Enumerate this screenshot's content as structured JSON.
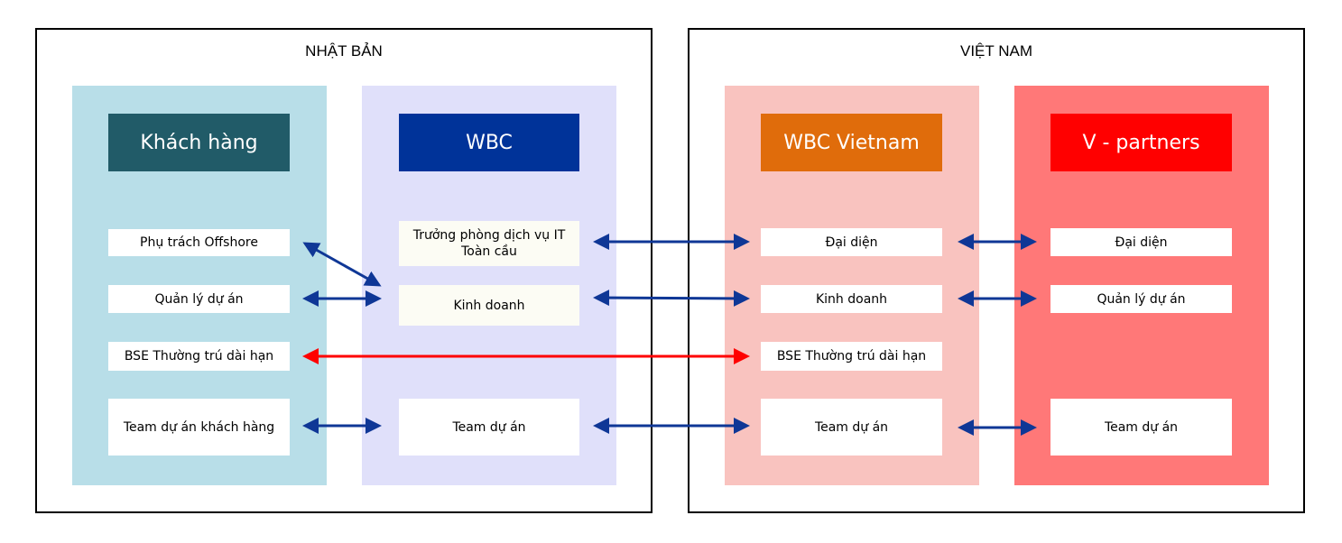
{
  "regions": {
    "japan": {
      "title": "NHẬT BẢN"
    },
    "vietnam": {
      "title": "VIỆT NAM"
    }
  },
  "columns": {
    "customer": {
      "header": "Khách hàng",
      "header_color": "#215b68",
      "bg_color": "#b8dee8",
      "nodes": [
        "Phụ trách Offshore",
        "Quản lý dự án",
        "BSE Thường trú dài hạn",
        "Team dự án khách hàng"
      ]
    },
    "wbc": {
      "header": "WBC",
      "header_color": "#003399",
      "bg_color": "#e0e0fa",
      "nodes": [
        "Trưởng phòng dịch vụ IT\nToàn cầu",
        "Kinh doanh",
        "Team dự án"
      ]
    },
    "wbc_vietnam": {
      "header": "WBC Vietnam",
      "header_color": "#e06c0b",
      "bg_color": "#f9c3bf",
      "nodes": [
        "Đại diện",
        "Kinh doanh",
        "BSE Thường trú dài hạn",
        "Team dự án"
      ]
    },
    "v_partners": {
      "header": "V - partners",
      "header_color": "#ff0000",
      "bg_color": "#ff7878",
      "nodes": [
        "Đại diện",
        "Quản lý dự án",
        "Team dự án"
      ]
    }
  },
  "connections": [
    {
      "from": "customer.Phụ trách Offshore",
      "to": "wbc.Kinh doanh",
      "color": "#0f3796",
      "bidirectional": true
    },
    {
      "from": "customer.Quản lý dự án",
      "to": "wbc.Kinh doanh",
      "color": "#0f3796",
      "bidirectional": true
    },
    {
      "from": "customer.BSE Thường trú dài hạn",
      "to": "wbc_vietnam.BSE Thường trú dài hạn",
      "color": "#ff0000",
      "bidirectional": true
    },
    {
      "from": "customer.Team dự án khách hàng",
      "to": "wbc.Team dự án",
      "color": "#0f3796",
      "bidirectional": true
    },
    {
      "from": "wbc.Trưởng phòng dịch vụ IT Toàn cầu",
      "to": "wbc_vietnam.Đại diện",
      "color": "#0f3796",
      "bidirectional": true
    },
    {
      "from": "wbc.Kinh doanh",
      "to": "wbc_vietnam.Kinh doanh",
      "color": "#0f3796",
      "bidirectional": true
    },
    {
      "from": "wbc.Team dự án",
      "to": "wbc_vietnam.Team dự án",
      "color": "#0f3796",
      "bidirectional": true
    },
    {
      "from": "wbc_vietnam.Đại diện",
      "to": "v_partners.Đại diện",
      "color": "#0f3796",
      "bidirectional": true
    },
    {
      "from": "wbc_vietnam.Kinh doanh",
      "to": "v_partners.Quản lý dự án",
      "color": "#0f3796",
      "bidirectional": true
    },
    {
      "from": "wbc_vietnam.Team dự án",
      "to": "v_partners.Team dự án",
      "color": "#0f3796",
      "bidirectional": true
    }
  ]
}
